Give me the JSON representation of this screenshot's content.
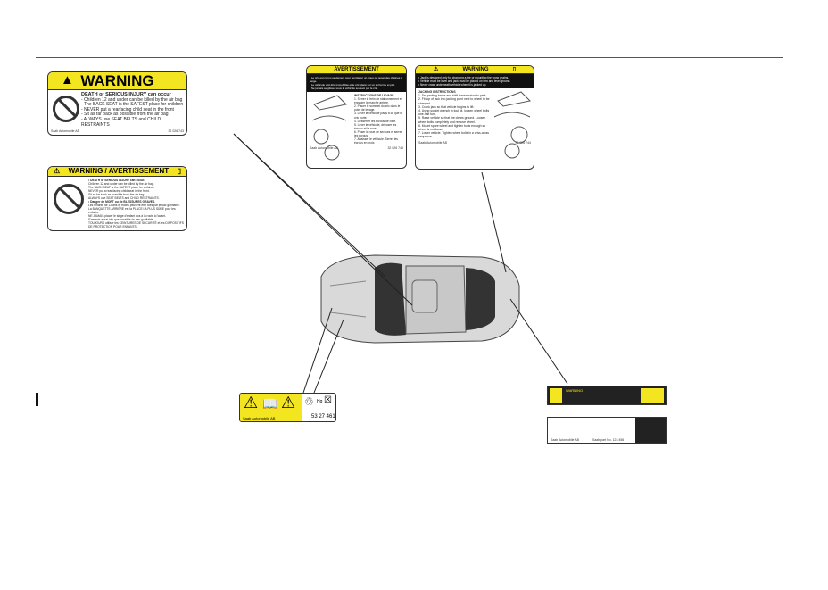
{
  "label_airbag_us": {
    "title": "WARNING",
    "heading": "DEATH or SERIOUS INJURY can occur",
    "lines": [
      "- Children 12 and under can be killed by the air bag",
      "- The BACK SEAT is the SAFEST place for children",
      "- NEVER put a rearfacing child seat in the front",
      "- Sit as far back as possible from the air bag",
      "- ALWAYS use SEAT BELTS and CHILD RESTRAINTS"
    ],
    "footer_left": "Saab Automobile AB",
    "footer_right": "32 026 743"
  },
  "label_airbag_ca": {
    "title": "WARNING / AVERTISSEMENT",
    "lines": [
      "• DEATH or SERIOUS INJURY can occur.",
      "Children 12 and under can be killed by the air bag.",
      "The BACK SEAT is the SAFEST place for children.",
      "NEVER put a rear-facing child seat in the front.",
      "Sit as far back as possible from the air bag.",
      "ALWAYS use SEAT BELTS and CHILD RESTRAINTS.",
      "• Danger de MORT ou de BLESSURES GRAVES.",
      "Les enfants de 12 ans et moins peuvent être tués par le sac gonflable.",
      "La BANQUETTE ARRIÈRE est la PLACE LA PLUS SÛRE pour les enfants.",
      "NE JAMAIS placer le siège d'enfant dos à la route à l'avant.",
      "S'asseoir aussi loin que possible du sac gonflable.",
      "TOUJOURS utiliser les CEINTURES DE SÉCURITÉ et les DISPOSITIFS DE PROTECTION POUR ENFANTS."
    ]
  },
  "label_jack_fr": {
    "title": "AVERTISSEMENT",
    "warnings": [
      "• Le cric est conçu seulement pour remplacer un pneu ou poser des chaînes à neige.",
      "• Le véhicule doit être immobilisé et le cric placé sur un sol ferme et plat.",
      "• Ne jamais se glisser sous le véhicule soulevé par le cric."
    ],
    "heading": "INSTRUCTIONS DE LEVAGE",
    "steps": [
      "1. Serrer le frein de stationnement et engager la marche arrière.",
      "2. Placer le sommet du cric dans le point de levage.",
      "3. Lever le véhicule jusqu'à ce que le cric porte.",
      "4. Desserrer les écrous de roue.",
      "5. Lever le véhicule, déposer les écrous et la roue.",
      "6. Poser la roue de secours et serrer les écrous.",
      "7. Abaisser le véhicule. Serrer les écrous en croix."
    ],
    "footer_left": "Saab Automobile AB",
    "footer_right": "32 026 745"
  },
  "label_jack_us": {
    "title": "WARNING",
    "warnings": [
      "• Jack is designed only for changing a tire or mounting tire snow chains.",
      "• Vehicle must be level and jack must be placed on firm and level ground.",
      "• Never crawl underneath vehicle when it is jacked up."
    ],
    "heading": "JACKING INSTRUCTIONS",
    "steps": [
      "1. Set parking brake and shift transmission to park.",
      "2. Fit top of jack into jacking point next to wheel to be changed.",
      "3. Crank jack so that vehicle begins to lift.",
      "4. Using socket wrench in tool kit, loosen wheel bolts one-half turn.",
      "5. Raise vehicle so that tire clears ground. Loosen wheel bolts completely and remove wheel.",
      "6. Mount spare wheel and tighten bolts enough so wheel is not loose.",
      "7. Lower vehicle. Tighten wheel bolts in a criss-cross sequence."
    ],
    "footer_left": "Saab Automobile AB",
    "footer_right": "32 026 744"
  },
  "label_battery": {
    "maker": "Saab Automobile AB",
    "mercury": "Hg",
    "part_number": "53 27 461"
  },
  "label_small_1": {
    "text": "WARNING"
  },
  "label_small_2": {
    "left": "Saab Automobile AB",
    "mid": "Saab part No. 123 456"
  },
  "colors": {
    "warning_yellow": "#f3e520",
    "ink": "#222222"
  }
}
